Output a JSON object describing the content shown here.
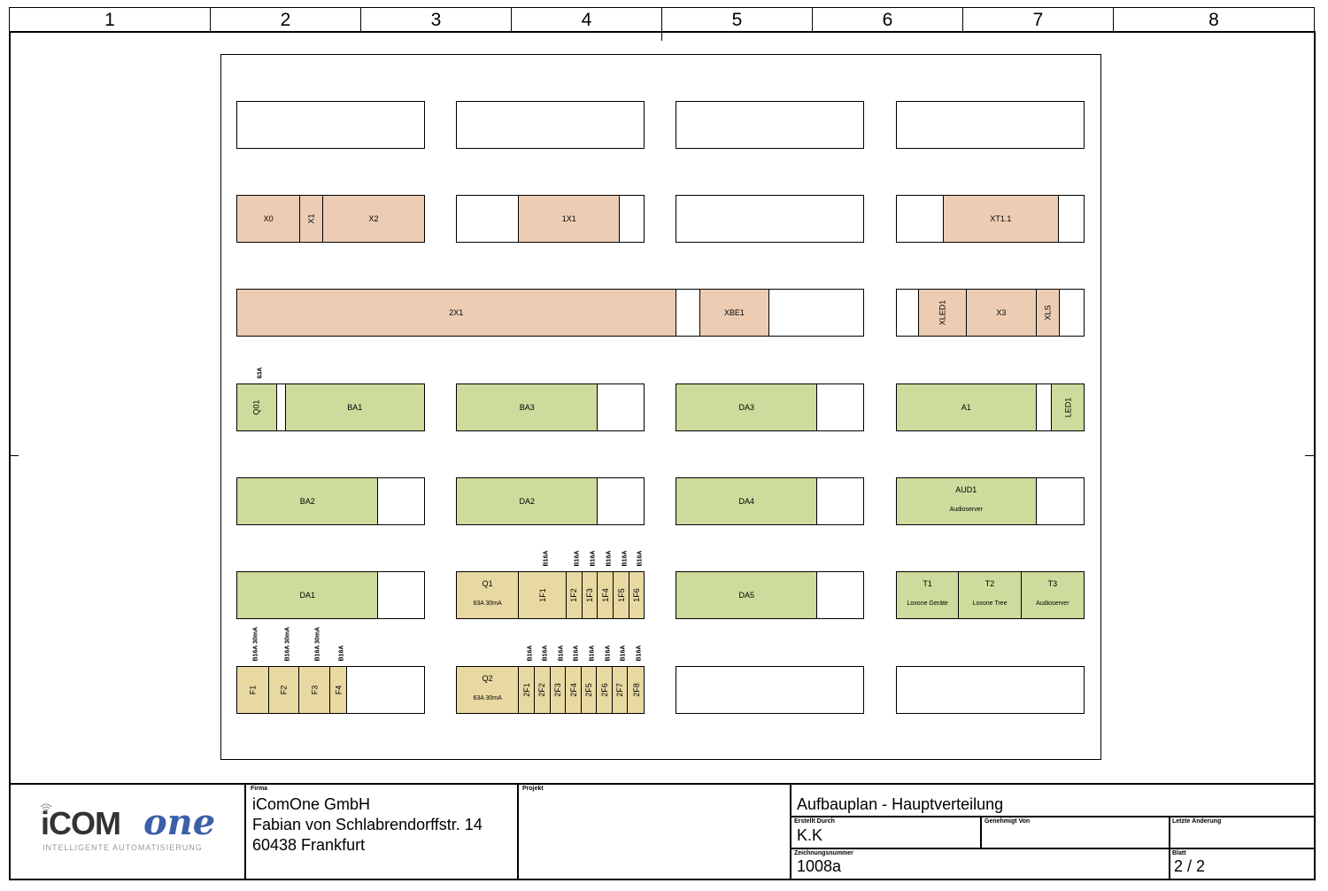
{
  "ruler": [
    "1",
    "2",
    "3",
    "4",
    "5",
    "6",
    "7",
    "8"
  ],
  "colors": {
    "terminal": "#eccdb4",
    "device": "#cddc9c",
    "breaker": "#e8d9a2"
  },
  "rails": {
    "r2c1": [
      {
        "label": "X0"
      },
      {
        "label": "X1"
      },
      {
        "label": "X2"
      }
    ],
    "r2c2": [
      {
        "label": "1X1"
      }
    ],
    "r2c4": [
      {
        "label": "XT1.1"
      }
    ],
    "r3c1": [
      {
        "label": "2X1"
      },
      {
        "label": "XBE1"
      }
    ],
    "r3c4": [
      {
        "label": "XLED1"
      },
      {
        "label": "X3"
      },
      {
        "label": "XLS"
      }
    ],
    "r4c1": [
      {
        "label": "Q01",
        "above": "63A"
      },
      {
        "label": "BA1"
      }
    ],
    "r4c2": [
      {
        "label": "BA3"
      }
    ],
    "r4c3": [
      {
        "label": "DA3"
      }
    ],
    "r4c4": [
      {
        "label": "A1"
      },
      {
        "label": "LED1"
      }
    ],
    "r5c1": [
      {
        "label": "BA2"
      }
    ],
    "r5c2": [
      {
        "label": "DA2"
      }
    ],
    "r5c3": [
      {
        "label": "DA4"
      }
    ],
    "r5c4": [
      {
        "label": "AUD1",
        "sub": "Audioserver"
      }
    ],
    "r6c1": [
      {
        "label": "DA1"
      }
    ],
    "r6c2": [
      {
        "label": "Q1",
        "sub": "63A 30mA"
      },
      {
        "label": "1F1",
        "above": "B16A"
      },
      {
        "label": "1F2",
        "above": "B16A"
      },
      {
        "label": "1F3",
        "above": "B16A"
      },
      {
        "label": "1F4",
        "above": "B16A"
      },
      {
        "label": "1F5",
        "above": "B16A"
      },
      {
        "label": "1F6",
        "above": "B16A"
      }
    ],
    "r6c3": [
      {
        "label": "DA5"
      }
    ],
    "r6c4": [
      {
        "label": "T1",
        "sub": "Loxone Geräte"
      },
      {
        "label": "T2",
        "sub": "Loxone Tree"
      },
      {
        "label": "T3",
        "sub": "Audioserver"
      }
    ],
    "r7c1": [
      {
        "label": "F1",
        "above": "B16A 30mA"
      },
      {
        "label": "F2",
        "above": "B16A 30mA"
      },
      {
        "label": "F3",
        "above": "B16A 30mA"
      },
      {
        "label": "F4",
        "above": "B16A"
      }
    ],
    "r7c2": [
      {
        "label": "Q2",
        "sub": "63A 30mA"
      },
      {
        "label": "2F1",
        "above": "B16A"
      },
      {
        "label": "2F2",
        "above": "B16A"
      },
      {
        "label": "2F3",
        "above": "B16A"
      },
      {
        "label": "2F4",
        "above": "B16A"
      },
      {
        "label": "2F5",
        "above": "B16A"
      },
      {
        "label": "2F6",
        "above": "B16A"
      },
      {
        "label": "2F7",
        "above": "B16A"
      },
      {
        "label": "2F8",
        "above": "B16A"
      }
    ]
  },
  "title_block": {
    "logo_main": "iCOM",
    "logo_accent": "one",
    "logo_tagline": "INTELLIGENTE AUTOMATISIERUNG",
    "firma_label": "Firma",
    "firma_lines": [
      "iComOne GmbH",
      "Fabian von Schlabrendorffstr. 14",
      "60438 Frankfurt"
    ],
    "projekt_label": "Projekt",
    "title": "Aufbauplan - Hauptverteilung",
    "erstellt_label": "Erstellt Durch",
    "erstellt_value": "K.K",
    "genehmigt_label": "Genehmigt Von",
    "letzte_label": "Letzte Änderung",
    "zeichnung_label": "Zeichnungsnummer",
    "zeichnung_value": "1008a",
    "blatt_label": "Blatt",
    "blatt_value": "2 / 2"
  }
}
